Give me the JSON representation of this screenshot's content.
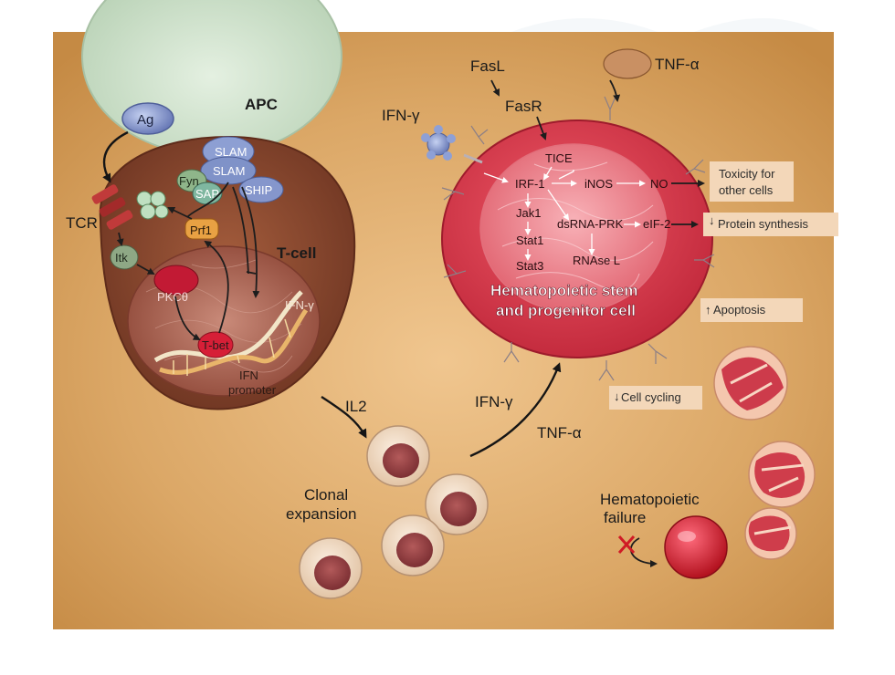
{
  "labels": {
    "apc": "APC",
    "ag": "Ag",
    "tcr": "TCR",
    "slam1": "SLAM",
    "slam2": "SLAM",
    "fyn": "Fyn",
    "sap": "SAP",
    "ship": "SHIP",
    "itk": "Itk",
    "pkc": "PKCθ",
    "prf1": "Prf1",
    "tbet": "T-bet",
    "tcell": "T-cell",
    "ifng_gene": "IFN-γ",
    "ifn_promoter1": "IFN",
    "ifn_promoter2": "promoter",
    "il2": "IL2",
    "clonal1": "Clonal",
    "clonal2": "expansion",
    "ifng_out": "IFN-γ",
    "tnfa_out": "TNF-α",
    "fasl": "FasL",
    "fasr": "FasR",
    "tnfa_top": "TNF-α",
    "ifng_left": "IFN-γ",
    "tice": "TICE",
    "irf1": "IRF-1",
    "inos": "iNOS",
    "no": "NO",
    "jak1": "Jak1",
    "stat1": "Stat1",
    "stat3": "Stat3",
    "dsrna": "dsRNA-PRK",
    "eif2": "eIF-2",
    "rnase": "RNAse L",
    "hspc1": "Hematopoietic stem",
    "hspc2": "and progenitor cell",
    "toxicity1": "Toxicity for",
    "toxicity2": "other cells",
    "protein": "Protein synthesis",
    "apoptosis": "Apoptosis",
    "cellcycling": "Cell cycling",
    "failure1": "Hematopoietic",
    "failure2": "failure"
  },
  "colors": {
    "background": "#d69e58",
    "apc": "#cfe3cd",
    "tcell": "#8e4d33",
    "nucleus": "#b46a55",
    "hspc_outer": "#d33446",
    "hspc_inner": "#f07f88",
    "receptor_blue": "#7f90c8",
    "label_box": "#f3d7b9"
  },
  "icons": [
    "il2-arrow-icon",
    "blocked-x-icon",
    "ag-arrow-icon"
  ]
}
